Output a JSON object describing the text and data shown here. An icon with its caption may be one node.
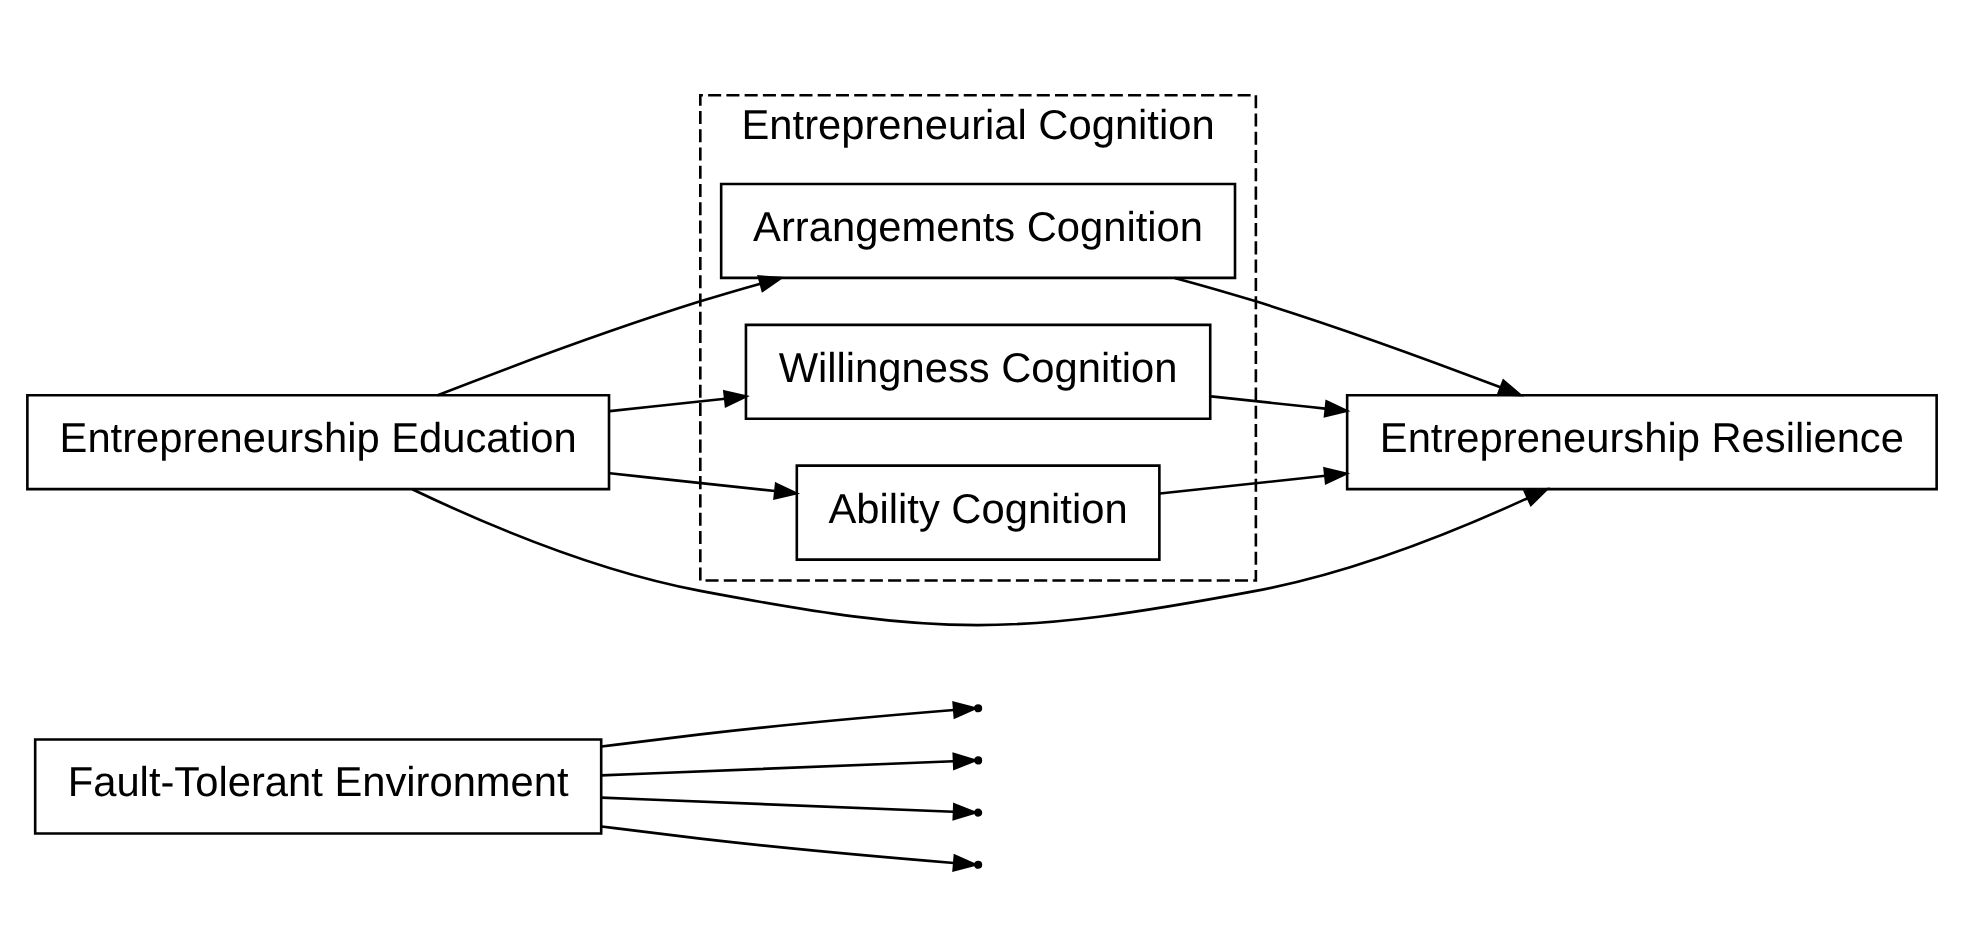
{
  "diagram": {
    "nodes": [
      {
        "text": [
          "Fault-Tolerant Environment"
        ]
      },
      {
        "text": [
          "Entrepreneurial Cognition"
        ]
      },
      {
        "text": [
          "Arrangements Cognition"
        ],
        "in": 1
      },
      {
        "text": [
          "Willingness Cognition"
        ],
        "in": 1
      },
      {
        "text": [
          "Ability Cognition"
        ],
        "in": 1
      },
      {
        "text": [
          "Entrepreneurship Education"
        ]
      },
      {
        "text": [
          "Entrepreneurship Resilience"
        ]
      }
    ],
    "edges": [
      {
        "from": 5,
        "to": 6,
        "arrow": "to"
      },
      {
        "from": 5,
        "to": 2,
        "arrow": "to"
      },
      {
        "from": 5,
        "to": 3,
        "arrow": "to"
      },
      {
        "from": 5,
        "to": 4,
        "arrow": "to"
      },
      {
        "from": 2,
        "to": 6,
        "arrow": "to"
      },
      {
        "from": 3,
        "to": 6,
        "arrow": "to"
      },
      {
        "from": 4,
        "to": 6,
        "arrow": "to"
      },
      {
        "from": 0,
        "to": null,
        "arrow": "to"
      },
      {
        "from": 0,
        "to": null,
        "arrow": "to"
      },
      {
        "from": 0,
        "to": null,
        "arrow": "to"
      },
      {
        "from": 0,
        "to": null,
        "arrow": "to"
      }
    ]
  }
}
